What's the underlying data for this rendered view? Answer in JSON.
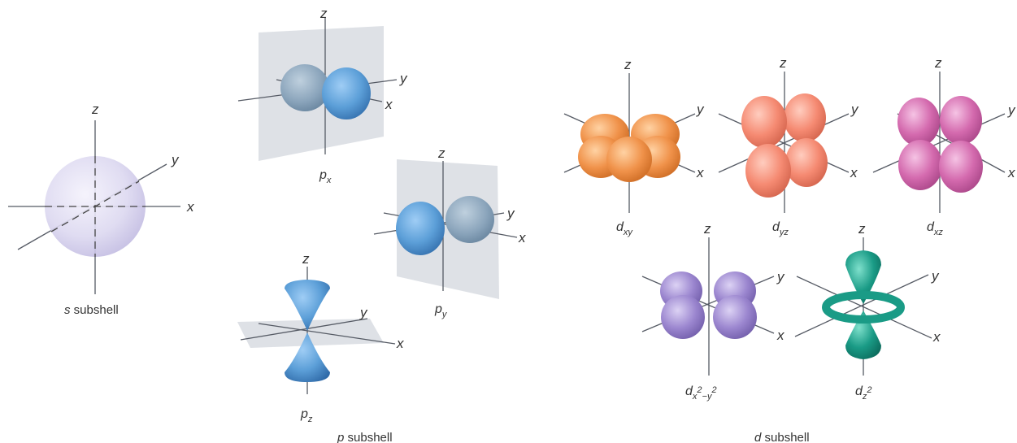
{
  "axis_labels": {
    "x": "x",
    "y": "y",
    "z": "z"
  },
  "s_subshell": {
    "caption_letter": "s",
    "caption_word": "subshell",
    "color": "#d9d6f0"
  },
  "p_subshell": {
    "caption_letter": "p",
    "caption_word": "subshell",
    "color": "#5c9fd8",
    "orbitals": [
      {
        "main": "p",
        "sub": "x"
      },
      {
        "main": "p",
        "sub": "y"
      },
      {
        "main": "p",
        "sub": "z"
      }
    ]
  },
  "d_subshell": {
    "caption_letter": "d",
    "caption_word": "subshell",
    "orbitals": [
      {
        "main": "d",
        "sub": "xy",
        "color": "#f0924a"
      },
      {
        "main": "d",
        "sub": "yz",
        "color": "#f58a72"
      },
      {
        "main": "d",
        "sub": "xz",
        "color": "#d46aae"
      },
      {
        "main": "d",
        "sub": "x",
        "sup1": "2",
        "mid": "−y",
        "sup2": "2",
        "color": "#9b86cf"
      },
      {
        "main": "d",
        "sub": "z",
        "sup1": "2",
        "color": "#1a9b86"
      }
    ]
  }
}
